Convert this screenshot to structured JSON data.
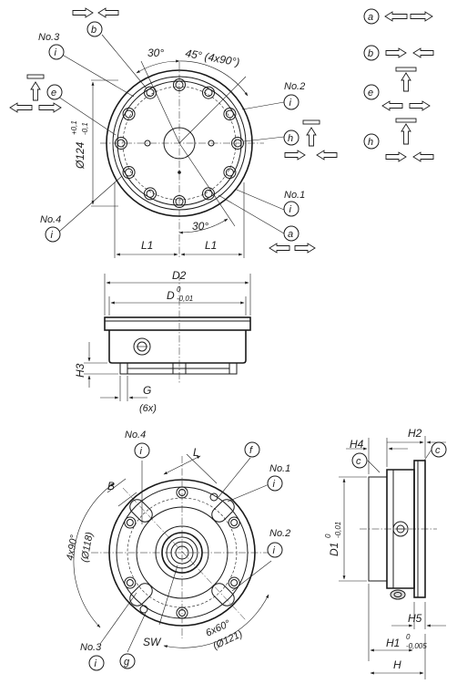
{
  "callouts": {
    "a": "a",
    "b": "b",
    "c": "c",
    "e": "e",
    "f": "f",
    "g": "g",
    "h": "h",
    "i": "i"
  },
  "labels": {
    "no1": "No.1",
    "no2": "No.2",
    "no3": "No.3",
    "no4": "No.4"
  },
  "dimensions": {
    "angle_30": "30°",
    "angle_45": "45° (4x90°)",
    "angle_30_bottom": "30°",
    "dia_124": "Ø124",
    "dia_124_tol_upper": "+0,1",
    "dia_124_tol_lower": "-0,1",
    "l1": "L1",
    "d2": "D2",
    "d_main": "D",
    "d_tol_upper": "0",
    "d_tol_lower": "-0,01",
    "h3": "H3",
    "g": "G",
    "g_count": "(6x)",
    "l_dim": "L",
    "b_dim": "B",
    "pattern_4x90": "4x90°",
    "pattern_118": "(Ø118)",
    "pattern_6x60": "6x60°",
    "pattern_121": "(Ø121)",
    "sw": "SW",
    "h4": "H4",
    "h2": "H2",
    "d1": "D1",
    "d1_tol_upper": "0",
    "d1_tol_lower": "-0,01",
    "h5": "H5",
    "h1": "H1",
    "h1_tol_upper": "0",
    "h1_tol_lower": "-0,005",
    "h_total": "H"
  }
}
